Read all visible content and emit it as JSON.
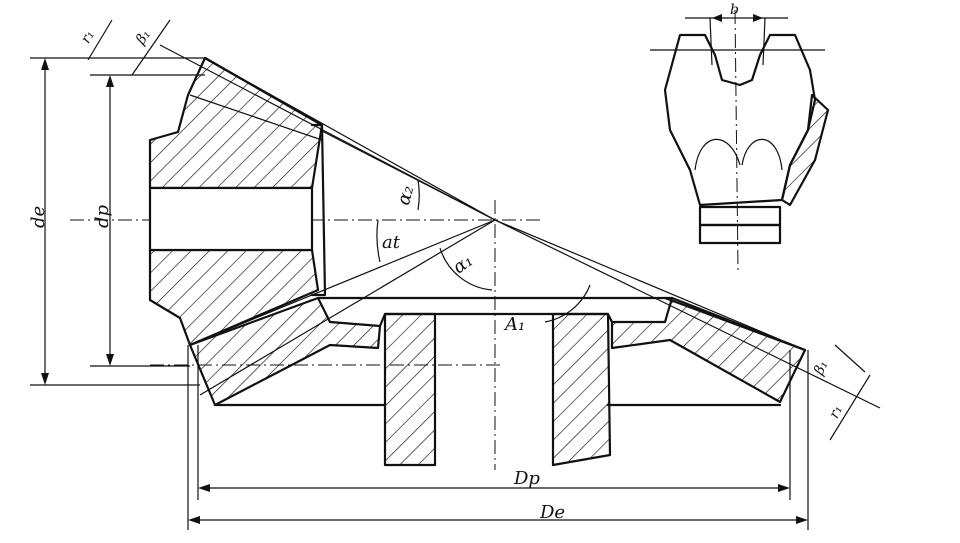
{
  "labels": {
    "de": "de",
    "dp": "dp",
    "De": "De",
    "Dp": "Dp",
    "alpha2": "α₂",
    "alpha1": "α₁",
    "at": "at",
    "A1": "A₁",
    "r1_top": "r₁",
    "beta1_top": "β₁",
    "beta1_right": "β₁",
    "r1_right": "r₁",
    "b": "b"
  }
}
